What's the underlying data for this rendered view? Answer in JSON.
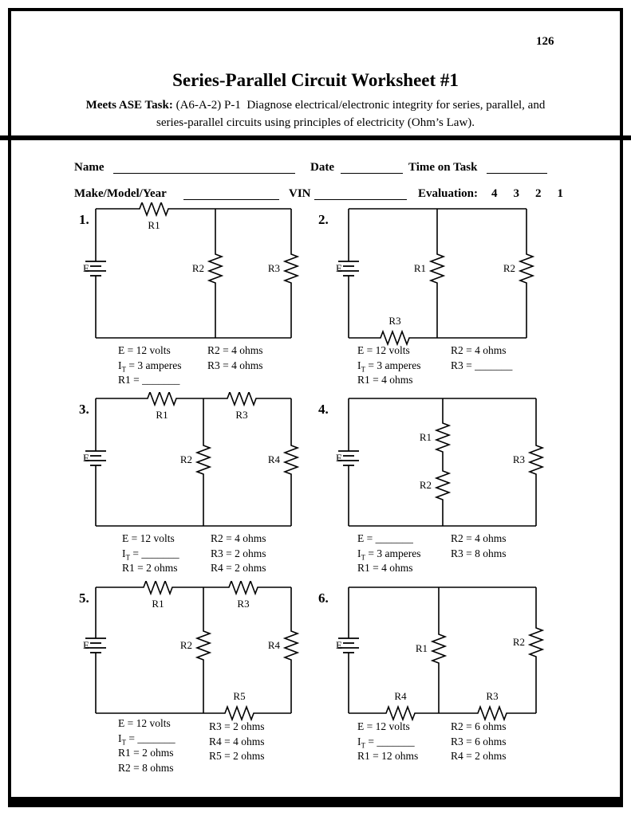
{
  "page": {
    "page_number": "126",
    "title": "Series-Parallel Circuit Worksheet #1",
    "ase_task_bold": "Meets ASE Task:",
    "ase_task_line1": " (A6-A-2) P-1  Diagnose electrical/electronic integrity for series, parallel, and",
    "ase_task_line2": "series-parallel circuits using principles of electricity (Ohm’s Law)."
  },
  "form": {
    "name_label": "Name",
    "date_label": "Date",
    "time_label": "Time on Task",
    "make_label": "Make/Model/Year",
    "vin_label": "VIN",
    "eval_label": "Evaluation:",
    "eval_scores": "4    3    2    1"
  },
  "problems": [
    {
      "number": "1.",
      "labels": {
        "e": "E",
        "r1": "R1",
        "r2": "R2",
        "r3": "R3"
      },
      "left": [
        [
          "E = 12 volts",
          "",
          ""
        ],
        [
          "I",
          "T",
          " = 3 amperes"
        ],
        [
          "R1 = _______",
          "",
          ""
        ]
      ],
      "right": [
        [
          "R2 = 4 ohms",
          "",
          ""
        ],
        [
          "R3 = 4 ohms",
          "",
          ""
        ]
      ]
    },
    {
      "number": "2.",
      "labels": {
        "e": "E",
        "r1": "R1",
        "r2": "R2",
        "r3": "R3"
      },
      "left": [
        [
          "E = 12 volts",
          "",
          ""
        ],
        [
          "I",
          "T",
          " = 3 amperes"
        ],
        [
          "R1 = 4 ohms",
          "",
          ""
        ]
      ],
      "right": [
        [
          "R2 = 4 ohms",
          "",
          ""
        ],
        [
          "R3 = _______",
          "",
          ""
        ]
      ]
    },
    {
      "number": "3.",
      "labels": {
        "e": "E",
        "r1": "R1",
        "r2": "R2",
        "r3": "R3",
        "r4": "R4"
      },
      "left": [
        [
          "E = 12 volts",
          "",
          ""
        ],
        [
          "I",
          "T",
          " = _______"
        ],
        [
          "R1 = 2 ohms",
          "",
          ""
        ]
      ],
      "right": [
        [
          "R2 = 4 ohms",
          "",
          ""
        ],
        [
          "R3 = 2 ohms",
          "",
          ""
        ],
        [
          "R4 = 2 ohms",
          "",
          ""
        ]
      ]
    },
    {
      "number": "4.",
      "labels": {
        "e": "E",
        "r1": "R1",
        "r2": "R2",
        "r3": "R3"
      },
      "left": [
        [
          "E = _______",
          "",
          ""
        ],
        [
          "I",
          "T",
          " = 3 amperes"
        ],
        [
          "R1 = 4 ohms",
          "",
          ""
        ]
      ],
      "right": [
        [
          "R2 = 4 ohms",
          "",
          ""
        ],
        [
          "R3 = 8 ohms",
          "",
          ""
        ]
      ]
    },
    {
      "number": "5.",
      "labels": {
        "e": "E",
        "r1": "R1",
        "r2": "R2",
        "r3": "R3",
        "r4": "R4",
        "r5": "R5"
      },
      "left": [
        [
          "E = 12 volts",
          "",
          ""
        ],
        [
          "I",
          "T",
          " = _______"
        ],
        [
          "R1 = 2 ohms",
          "",
          ""
        ],
        [
          "R2 = 8 ohms",
          "",
          ""
        ]
      ],
      "right": [
        [
          "R3 = 2 ohms",
          "",
          ""
        ],
        [
          "R4 = 4 ohms",
          "",
          ""
        ],
        [
          "R5 = 2 ohms",
          "",
          ""
        ]
      ]
    },
    {
      "number": "6.",
      "labels": {
        "e": "E",
        "r1": "R1",
        "r2": "R2",
        "r3": "R3",
        "r4": "R4"
      },
      "left": [
        [
          "E = 12 volts",
          "",
          ""
        ],
        [
          "I",
          "T",
          " = _______"
        ],
        [
          "R1 = 12 ohms",
          "",
          ""
        ]
      ],
      "right": [
        [
          "R2 = 6 ohms",
          "",
          ""
        ],
        [
          "R3 = 6 ohms",
          "",
          ""
        ],
        [
          "R4 = 2 ohms",
          "",
          ""
        ]
      ]
    }
  ]
}
